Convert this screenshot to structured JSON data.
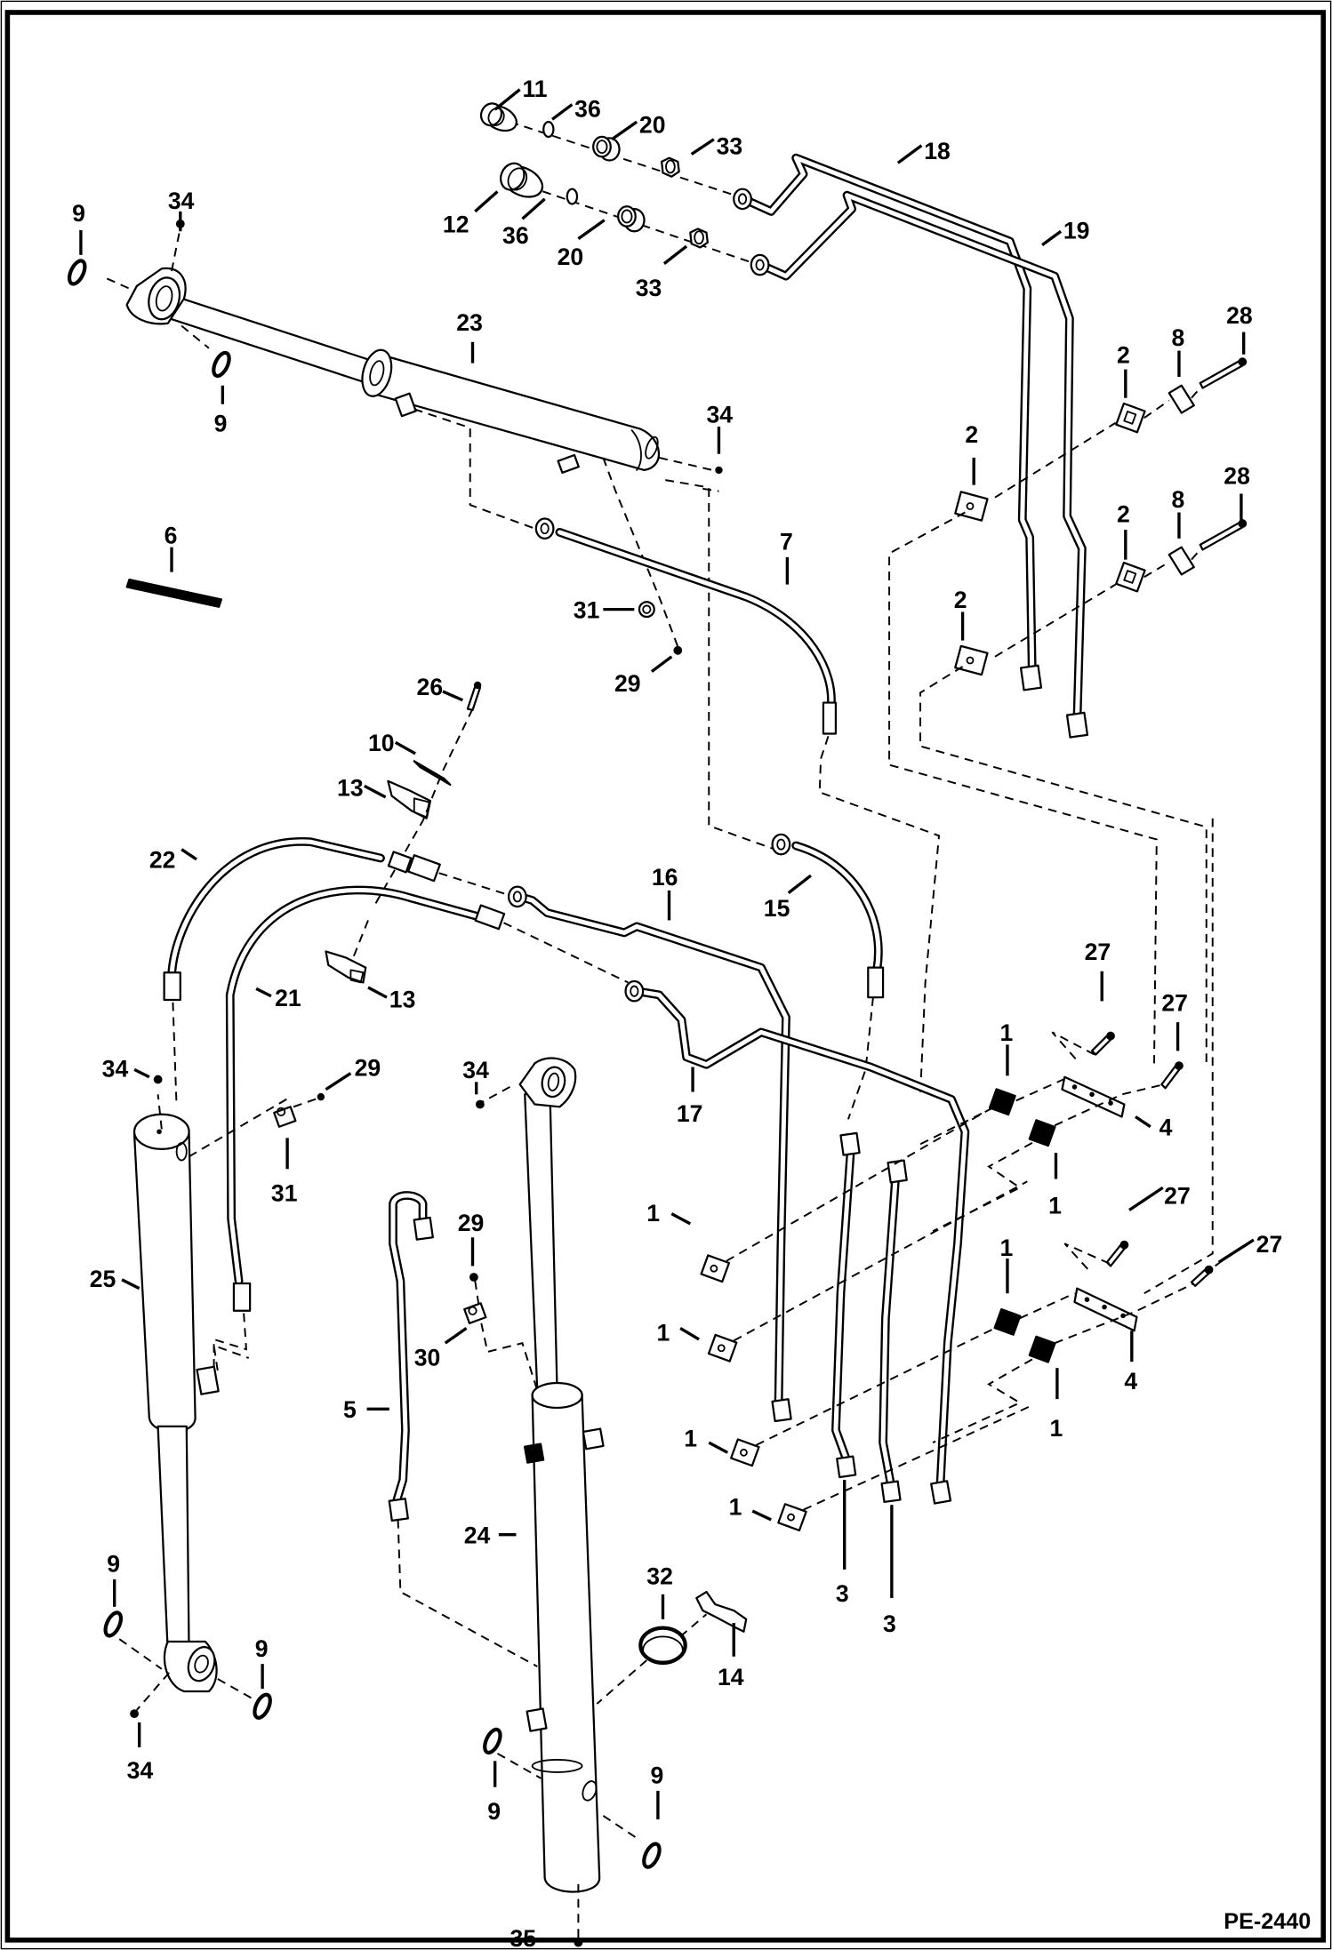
{
  "drawing": {
    "number": "PE-2440",
    "type": "exploded parts diagram - hydraulic cylinders and lines"
  },
  "callouts": [
    {
      "id": "c11",
      "label": "11"
    },
    {
      "id": "c36a",
      "label": "36"
    },
    {
      "id": "c20a",
      "label": "20"
    },
    {
      "id": "c33a",
      "label": "33"
    },
    {
      "id": "c18",
      "label": "18"
    },
    {
      "id": "c12",
      "label": "12"
    },
    {
      "id": "c36b",
      "label": "36"
    },
    {
      "id": "c20b",
      "label": "20"
    },
    {
      "id": "c33b",
      "label": "33"
    },
    {
      "id": "c19",
      "label": "19"
    },
    {
      "id": "c9a",
      "label": "9"
    },
    {
      "id": "c34a",
      "label": "34"
    },
    {
      "id": "c9b",
      "label": "9"
    },
    {
      "id": "c23",
      "label": "23"
    },
    {
      "id": "c34b",
      "label": "34"
    },
    {
      "id": "c28a",
      "label": "28"
    },
    {
      "id": "c8a",
      "label": "8"
    },
    {
      "id": "c2a",
      "label": "2"
    },
    {
      "id": "c2b",
      "label": "2"
    },
    {
      "id": "c28b",
      "label": "28"
    },
    {
      "id": "c8b",
      "label": "8"
    },
    {
      "id": "c2c",
      "label": "2"
    },
    {
      "id": "c2d",
      "label": "2"
    },
    {
      "id": "c6",
      "label": "6"
    },
    {
      "id": "c7",
      "label": "7"
    },
    {
      "id": "c31a",
      "label": "31"
    },
    {
      "id": "c29a",
      "label": "29"
    },
    {
      "id": "c26",
      "label": "26"
    },
    {
      "id": "c10",
      "label": "10"
    },
    {
      "id": "c13a",
      "label": "13"
    },
    {
      "id": "c22",
      "label": "22"
    },
    {
      "id": "c16",
      "label": "16"
    },
    {
      "id": "c15",
      "label": "15"
    },
    {
      "id": "c21",
      "label": "21"
    },
    {
      "id": "c13b",
      "label": "13"
    },
    {
      "id": "c27a",
      "label": "27"
    },
    {
      "id": "c27b",
      "label": "27"
    },
    {
      "id": "c1a",
      "label": "1"
    },
    {
      "id": "c4a",
      "label": "4"
    },
    {
      "id": "c1b",
      "label": "1"
    },
    {
      "id": "c34c",
      "label": "34"
    },
    {
      "id": "c29b",
      "label": "29"
    },
    {
      "id": "c34d",
      "label": "34"
    },
    {
      "id": "c17",
      "label": "17"
    },
    {
      "id": "c31b",
      "label": "31"
    },
    {
      "id": "c27c",
      "label": "27"
    },
    {
      "id": "c27d",
      "label": "27"
    },
    {
      "id": "c25",
      "label": "25"
    },
    {
      "id": "c29c",
      "label": "29"
    },
    {
      "id": "c1c",
      "label": "1"
    },
    {
      "id": "c1d",
      "label": "1"
    },
    {
      "id": "c1e",
      "label": "1"
    },
    {
      "id": "c30",
      "label": "30"
    },
    {
      "id": "c4b",
      "label": "4"
    },
    {
      "id": "c1f",
      "label": "1"
    },
    {
      "id": "c5",
      "label": "5"
    },
    {
      "id": "c1g",
      "label": "1"
    },
    {
      "id": "c1h",
      "label": "1"
    },
    {
      "id": "c24",
      "label": "24"
    },
    {
      "id": "c3a",
      "label": "3"
    },
    {
      "id": "c3b",
      "label": "3"
    },
    {
      "id": "c32",
      "label": "32"
    },
    {
      "id": "c9c",
      "label": "9"
    },
    {
      "id": "c9d",
      "label": "9"
    },
    {
      "id": "c14",
      "label": "14"
    },
    {
      "id": "c34e",
      "label": "34"
    },
    {
      "id": "c9e",
      "label": "9"
    },
    {
      "id": "c9f",
      "label": "9"
    },
    {
      "id": "c9g",
      "label": "9"
    },
    {
      "id": "c35",
      "label": "35"
    }
  ]
}
